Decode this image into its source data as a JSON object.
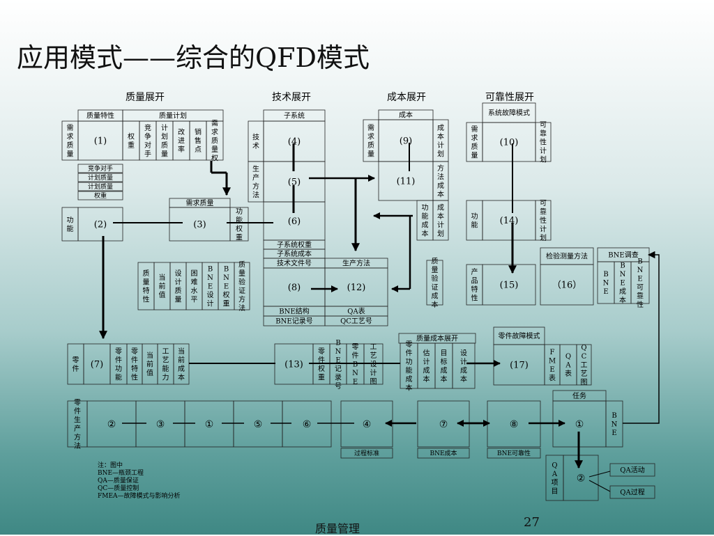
{
  "title": "应用模式——综合的QFD模式",
  "headers": [
    "质量展开",
    "技术展开",
    "成本展开",
    "可靠性展开"
  ],
  "boxes": [
    {
      "id": "qp-head1",
      "t": "质量特性"
    },
    {
      "id": "qp-head2",
      "t": "质量计划"
    },
    {
      "id": "qp-req",
      "t": "需求质量",
      "v": true
    },
    {
      "id": "n1",
      "t": "(1)"
    },
    {
      "id": "qp-c1",
      "t": "权重",
      "v": true
    },
    {
      "id": "qp-c2",
      "t": "竞争对手",
      "v": true
    },
    {
      "id": "qp-c3",
      "t": "计划质量",
      "v": true
    },
    {
      "id": "qp-c4",
      "t": "改进率",
      "v": true
    },
    {
      "id": "qp-c5",
      "t": "销售点",
      "v": true
    },
    {
      "id": "qp-c6",
      "t": "需求质量权",
      "v": true
    },
    {
      "id": "qp-r1",
      "t": "竞争对手"
    },
    {
      "id": "qp-r2",
      "t": "计划质量"
    },
    {
      "id": "qp-r3",
      "t": "计划质量"
    },
    {
      "id": "qp-r4",
      "t": "权重"
    },
    {
      "id": "fn-l",
      "t": "功能",
      "v": true
    },
    {
      "id": "n2",
      "t": "(2)"
    },
    {
      "id": "rq-h",
      "t": "需求质量"
    },
    {
      "id": "n3",
      "t": "(3)"
    },
    {
      "id": "fn-w",
      "t": "功能权重",
      "v": true
    },
    {
      "id": "ss-h",
      "t": "子系统"
    },
    {
      "id": "ss-tech",
      "t": "技术",
      "v": true
    },
    {
      "id": "n4",
      "t": "(4)"
    },
    {
      "id": "ss-pm",
      "t": "生产方法",
      "v": true
    },
    {
      "id": "n5",
      "t": "(5)"
    },
    {
      "id": "n6",
      "t": "(6)"
    },
    {
      "id": "ss-r1",
      "t": "子系统权重"
    },
    {
      "id": "ss-r2",
      "t": "子系统成本"
    },
    {
      "id": "ss-r3",
      "t": "技术文件号"
    },
    {
      "id": "ss-r4",
      "t": "生产方法"
    },
    {
      "id": "qv-1",
      "t": "质量特性",
      "v": true
    },
    {
      "id": "qv-2",
      "t": "当前值",
      "v": true
    },
    {
      "id": "qv-3",
      "t": "设计质量",
      "v": true
    },
    {
      "id": "qv-4",
      "t": "困难水平",
      "v": true
    },
    {
      "id": "qv-5",
      "t": "BNE设计",
      "v": true
    },
    {
      "id": "qv-6",
      "t": "BNE权重",
      "v": true
    },
    {
      "id": "qv-7",
      "t": "质量验证方法",
      "v": true
    },
    {
      "id": "n8",
      "t": "(8)"
    },
    {
      "id": "n12",
      "t": "(12)"
    },
    {
      "id": "bt-1",
      "t": "BNE结构"
    },
    {
      "id": "bt-2",
      "t": "QA表"
    },
    {
      "id": "bt-3",
      "t": "BNE记录号"
    },
    {
      "id": "bt-4",
      "t": "QC工艺号"
    },
    {
      "id": "cost-h",
      "t": "成本"
    },
    {
      "id": "cost-req",
      "t": "需求质量",
      "v": true
    },
    {
      "id": "n9",
      "t": "(9)"
    },
    {
      "id": "cost-plan",
      "t": "成本计划",
      "v": true
    },
    {
      "id": "n11",
      "t": "(11)"
    },
    {
      "id": "cost-mc",
      "t": "方法成本",
      "v": true
    },
    {
      "id": "cost-fc",
      "t": "功能成本",
      "v": true
    },
    {
      "id": "cost-cp",
      "t": "成本计划",
      "v": true
    },
    {
      "id": "qvc",
      "t": "质量验证成本",
      "v": true
    },
    {
      "id": "rel-h",
      "t": "系统故障模式"
    },
    {
      "id": "rel-req",
      "t": "需求质量",
      "v": true
    },
    {
      "id": "n10",
      "t": "(10)"
    },
    {
      "id": "rel-plan",
      "t": "可靠性计划",
      "v": true
    },
    {
      "id": "rel-fn",
      "t": "功能",
      "v": true
    },
    {
      "id": "n14",
      "t": "(14)"
    },
    {
      "id": "rel-plan2",
      "t": "可靠性计划",
      "v": true
    },
    {
      "id": "rel-pc",
      "t": "产品特性",
      "v": true
    },
    {
      "id": "n15",
      "t": "(15)"
    },
    {
      "id": "insp",
      "t": "检验测量方法"
    },
    {
      "id": "n16",
      "t": "（16）"
    },
    {
      "id": "bi-h",
      "t": "BNE调查"
    },
    {
      "id": "bi-1",
      "t": "BNE",
      "v": true
    },
    {
      "id": "bi-2",
      "t": "BNE成本",
      "v": true
    },
    {
      "id": "bi-3",
      "t": "BNE可靠性",
      "v": true
    },
    {
      "id": "pt-l",
      "t": "零件",
      "v": true
    },
    {
      "id": "n7",
      "t": "(7)"
    },
    {
      "id": "pt-1",
      "t": "零件功能",
      "v": true
    },
    {
      "id": "pt-2",
      "t": "零件特性",
      "v": true
    },
    {
      "id": "pt-3",
      "t": "当前值",
      "v": true
    },
    {
      "id": "pt-4",
      "t": "工艺能力",
      "v": true
    },
    {
      "id": "pt-5",
      "t": "当前成本",
      "v": true
    },
    {
      "id": "n13",
      "t": "(13)"
    },
    {
      "id": "m13-1",
      "t": "零件权重",
      "v": true
    },
    {
      "id": "m13-2",
      "t": "BNE记录号",
      "v": true
    },
    {
      "id": "m13-3",
      "t": "零件BNE",
      "v": true
    },
    {
      "id": "m13-4",
      "t": "工艺设计图",
      "v": true
    },
    {
      "id": "qce-h",
      "t": "质量成本展开"
    },
    {
      "id": "qce-1",
      "t": "零件功能成本",
      "v": true
    },
    {
      "id": "qce-2",
      "t": "估计成本",
      "v": true
    },
    {
      "id": "qce-3",
      "t": "目标成本",
      "v": true
    },
    {
      "id": "qce-4",
      "t": "设计成本",
      "v": true
    },
    {
      "id": "pfm-h",
      "t": "零件故障模式"
    },
    {
      "id": "n17",
      "t": "(17)"
    },
    {
      "id": "pfm-1",
      "t": "FME表",
      "v": true
    },
    {
      "id": "pfm-2",
      "t": "QA表",
      "v": true
    },
    {
      "id": "pfm-3",
      "t": "QC工艺图",
      "v": true
    },
    {
      "id": "pp-l",
      "t": "零件生产方法",
      "v": true
    },
    {
      "id": "pp-1",
      "t": "②"
    },
    {
      "id": "pp-2",
      "t": "③"
    },
    {
      "id": "pp-3",
      "t": "①"
    },
    {
      "id": "pp-4",
      "t": "⑤"
    },
    {
      "id": "pp-5",
      "t": "⑥"
    },
    {
      "id": "c4",
      "t": "④"
    },
    {
      "id": "c4-l",
      "t": "过程标准"
    },
    {
      "id": "c7",
      "t": "⑦"
    },
    {
      "id": "c7-l",
      "t": "BNE成本"
    },
    {
      "id": "c8",
      "t": "⑧"
    },
    {
      "id": "c8-l",
      "t": "BNE可靠性"
    },
    {
      "id": "task-h",
      "t": "任务"
    },
    {
      "id": "c1",
      "t": "①"
    },
    {
      "id": "task-bne",
      "t": "BNE",
      "v": true
    },
    {
      "id": "qa-l",
      "t": "QA项目",
      "v": true
    },
    {
      "id": "qa-c2",
      "t": "②"
    },
    {
      "id": "qa-act",
      "t": "QA活动"
    },
    {
      "id": "qa-proc",
      "t": "QA过程"
    }
  ],
  "notes": [
    "注：图中",
    "BNE—瓶颈工程",
    "QA—质量保证",
    "QC—质量控制",
    "FMEA—故障模式与影响分析"
  ],
  "footer": {
    "left": "质量管理",
    "page": "27"
  }
}
